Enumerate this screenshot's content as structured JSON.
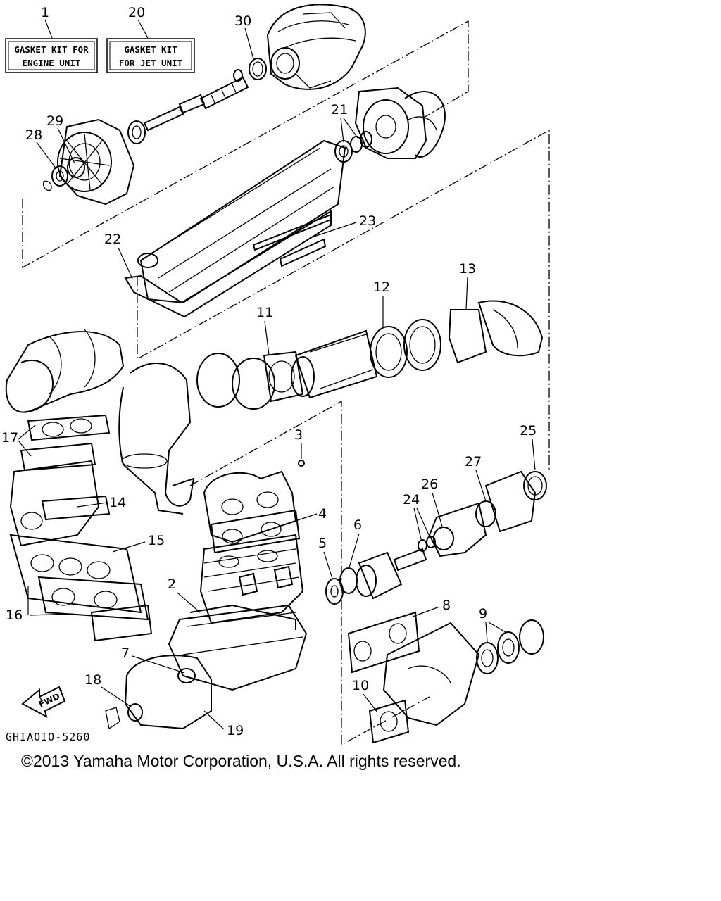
{
  "kits": [
    {
      "number": "1",
      "line1": "GASKET KIT FOR",
      "line2": "ENGINE UNIT"
    },
    {
      "number": "20",
      "line1": "GASKET KIT",
      "line2": "FOR JET UNIT"
    }
  ],
  "callouts": [
    "30",
    "29",
    "28",
    "21",
    "23",
    "22",
    "13",
    "12",
    "11",
    "3",
    "17",
    "25",
    "27",
    "14",
    "4",
    "26",
    "24",
    "6",
    "15",
    "5",
    "2",
    "16",
    "8",
    "9",
    "7",
    "18",
    "10",
    "19"
  ],
  "arrow_label": "FWD",
  "diagram_code": "GHIAOIO-5260",
  "copyright": "©2013 Yamaha Motor Corporation, U.S.A. All rights reserved."
}
